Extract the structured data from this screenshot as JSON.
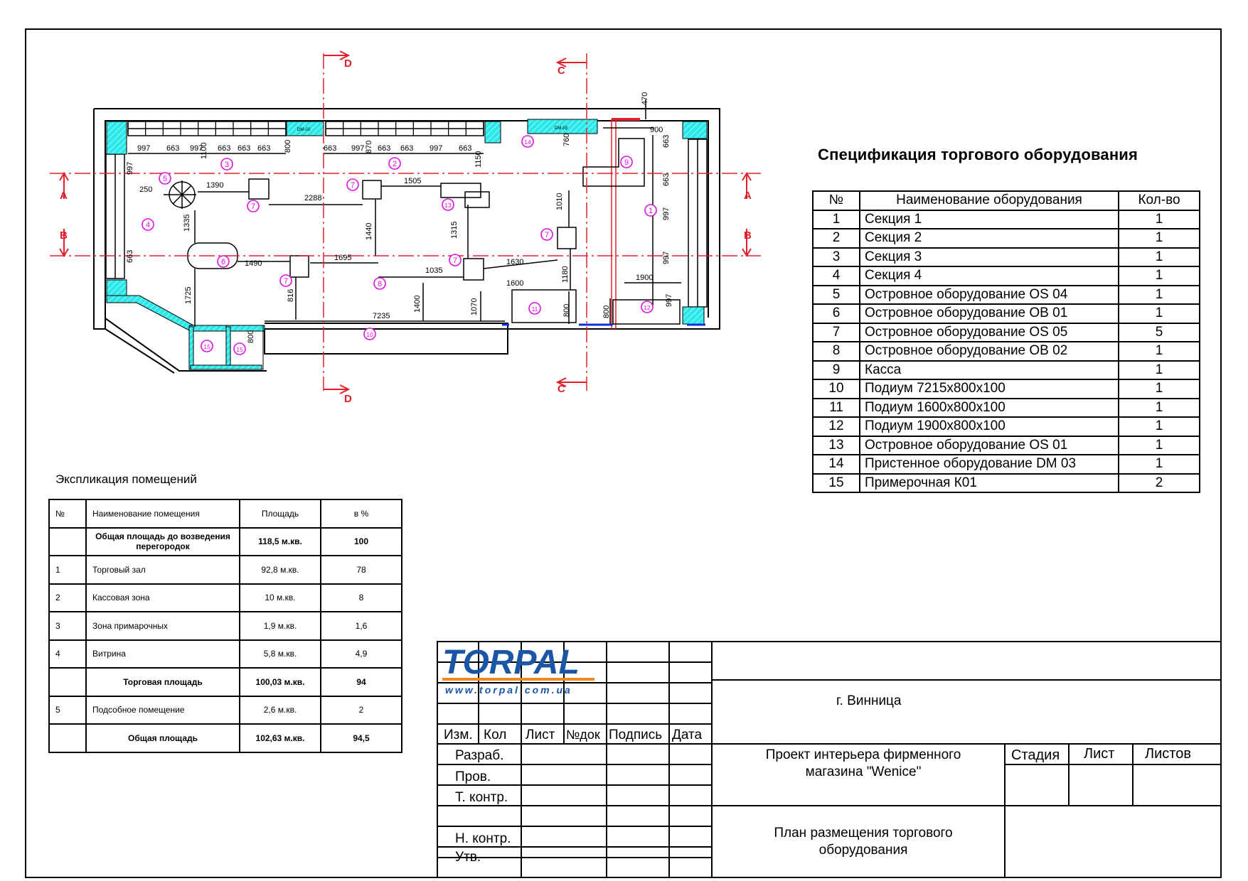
{
  "plan": {
    "section_labels": [
      "A",
      "B",
      "C",
      "D"
    ],
    "dimensions_top": [
      "997",
      "663",
      "997",
      "663",
      "663",
      "663",
      "663",
      "997",
      "663",
      "663",
      "997",
      "663"
    ],
    "dimensions_vertical": [
      "1100",
      "800",
      "870",
      "1150",
      "760",
      "470",
      "663",
      "663",
      "997",
      "997",
      "997",
      "997",
      "663"
    ],
    "dimensions_inner": [
      "900",
      "250",
      "1390",
      "2288",
      "1505",
      "1010",
      "1335",
      "1440",
      "1315",
      "1490",
      "1695",
      "1035",
      "1630",
      "1180",
      "1600",
      "1900",
      "1725",
      "816",
      "1400",
      "1070",
      "800",
      "800",
      "7235",
      "800"
    ],
    "equipment_markers": [
      "1",
      "2",
      "3",
      "4",
      "5",
      "6",
      "7",
      "7",
      "7",
      "7",
      "7",
      "8",
      "9",
      "10",
      "11",
      "12",
      "13",
      "14",
      "15",
      "15"
    ],
    "small_labels": [
      "DM-03",
      "DM-03"
    ]
  },
  "spec": {
    "title": "Спецификация торгового оборудования",
    "headers": {
      "no": "№",
      "name": "Наименование оборудования",
      "qty": "Кол-во"
    },
    "rows": [
      {
        "no": "1",
        "name": "Секция 1",
        "qty": "1"
      },
      {
        "no": "2",
        "name": "Секция 2",
        "qty": "1"
      },
      {
        "no": "3",
        "name": "Секция 3",
        "qty": "1"
      },
      {
        "no": "4",
        "name": "Секция 4",
        "qty": "1"
      },
      {
        "no": "5",
        "name": "Островное оборудование OS 04",
        "qty": "1"
      },
      {
        "no": "6",
        "name": "Островное оборудование OB 01",
        "qty": "1"
      },
      {
        "no": "7",
        "name": "Островное оборудование OS 05",
        "qty": "5"
      },
      {
        "no": "8",
        "name": "Островное оборудование OB 02",
        "qty": "1"
      },
      {
        "no": "9",
        "name": "Касса",
        "qty": "1"
      },
      {
        "no": "10",
        "name": "Подиум  7215x800x100",
        "qty": "1"
      },
      {
        "no": "11",
        "name": "Подиум  1600x800x100",
        "qty": "1"
      },
      {
        "no": "12",
        "name": "Подиум  1900x800x100",
        "qty": "1"
      },
      {
        "no": "13",
        "name": "Островное оборудование OS 01",
        "qty": "1"
      },
      {
        "no": "14",
        "name": "Пристенное оборудование DM 03",
        "qty": "1"
      },
      {
        "no": "15",
        "name": "Примерочная К01",
        "qty": "2"
      }
    ]
  },
  "explication": {
    "title": "Экспликация помещений",
    "headers": {
      "no": "№",
      "name": "Наименование помещения",
      "area": "Площадь",
      "pct": "в %"
    },
    "rows": [
      {
        "no": "",
        "name": "Общая площадь до возведения перегородок",
        "area": "118,5 м.кв.",
        "pct": "100",
        "bold": true
      },
      {
        "no": "1",
        "name": "Торговый зал",
        "area": "92,8 м.кв.",
        "pct": "78",
        "bold": false
      },
      {
        "no": "2",
        "name": "Кассовая зона",
        "area": "10 м.кв.",
        "pct": "8",
        "bold": false
      },
      {
        "no": "3",
        "name": "Зона примарочных",
        "area": "1,9 м.кв.",
        "pct": "1,6",
        "bold": false
      },
      {
        "no": "4",
        "name": "Витрина",
        "area": "5,8 м.кв.",
        "pct": "4,9",
        "bold": false
      },
      {
        "no": "",
        "name": "Торговая площадь",
        "area": "100,03 м.кв.",
        "pct": "94",
        "bold": true
      },
      {
        "no": "5",
        "name": "Подсобное помещение",
        "area": "2,6 м.кв.",
        "pct": "2",
        "bold": false
      },
      {
        "no": "",
        "name": "Общая площадь",
        "area": "102,63 м.кв.",
        "pct": "94,5",
        "bold": true
      }
    ]
  },
  "title_block": {
    "columns": [
      "Изм.",
      "Кол",
      "Лист",
      "№док",
      "Подпись",
      "Дата"
    ],
    "roles": [
      "Разраб.",
      "Пров.",
      "Т. контр.",
      "",
      "Н. контр.",
      "Утв."
    ],
    "city": "г. Винница",
    "project": [
      "Проект интерьера фирменного",
      "магазина \"Wenice\""
    ],
    "sheet_title": [
      "План размещения торгового",
      "оборудования"
    ],
    "stage_headers": [
      "Стадия",
      "Лист",
      "Листов"
    ],
    "logo_text": "TORPAL",
    "logo_url": "www.torpal.com.ua",
    "colors": {
      "logo_blue": "#1b56a6",
      "logo_orange": "#f18a1c"
    }
  },
  "colors": {
    "cyan_hatch": "#2fe6e6",
    "marker_magenta": "#e010e0",
    "section_red": "#e0202a",
    "accent_blue": "#1330e0"
  }
}
